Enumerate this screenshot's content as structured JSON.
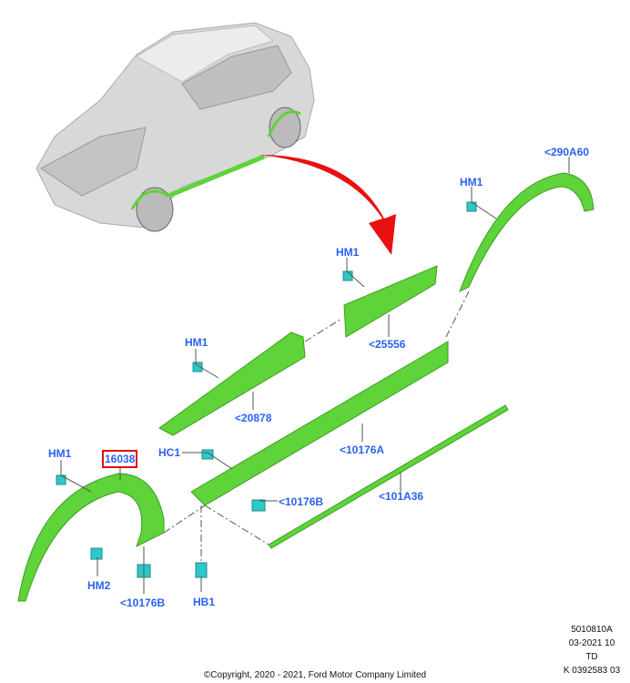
{
  "callouts": [
    {
      "id": "290A60",
      "text": "<290A60"
    },
    {
      "id": "hm1-a",
      "text": "HM1"
    },
    {
      "id": "hm1-b",
      "text": "HM1"
    },
    {
      "id": "25556",
      "text": "<25556"
    },
    {
      "id": "hm1-c",
      "text": "HM1"
    },
    {
      "id": "20878",
      "text": "<20878"
    },
    {
      "id": "10176A",
      "text": "<10176A"
    },
    {
      "id": "hc1",
      "text": "HC1"
    },
    {
      "id": "hm1-d",
      "text": "HM1"
    },
    {
      "id": "16038",
      "text": "16038",
      "highlighted": true
    },
    {
      "id": "10176B-a",
      "text": "<10176B"
    },
    {
      "id": "101A36",
      "text": "<101A36"
    },
    {
      "id": "hm2",
      "text": "HM2"
    },
    {
      "id": "10176B-b",
      "text": "<10176B"
    },
    {
      "id": "hb1",
      "text": "HB1"
    }
  ],
  "info": [
    "5010810A",
    "03-2021 10",
    "TD",
    "K 0392583 03"
  ],
  "copyright": "©Copyright, 2020 - 2021, Ford Motor Company Limited",
  "colors": {
    "part": "#5fd33a",
    "clip": "#2fc7c7",
    "label": "#2a62f0",
    "highlight": "#e01010",
    "arrow": "#e81010"
  }
}
